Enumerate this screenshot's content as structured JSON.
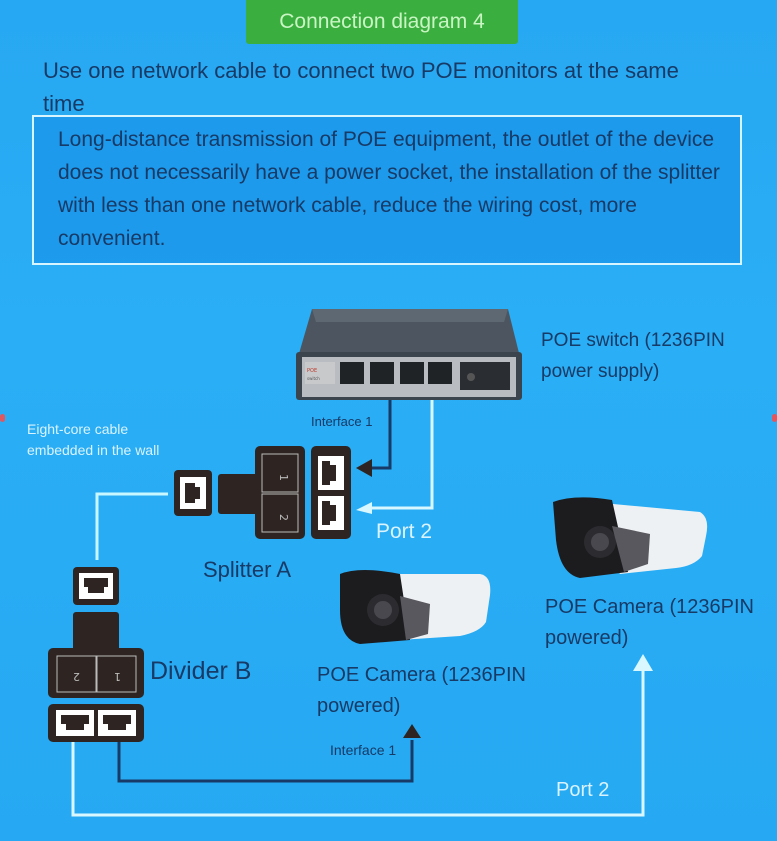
{
  "header": {
    "title": "Connection diagram 4",
    "title_bg": "#3aae3e",
    "subtitle": "Use one network cable to connect two POE monitors at the same time"
  },
  "info_box": {
    "text": "Long-distance transmission of POE equipment, the outlet of the device does not necessarily have a power socket, the installation of the splitter with less than one network cable, reduce the wiring cost, more convenient."
  },
  "diagram": {
    "switch": {
      "label": "POE switch (1236PIN power supply)",
      "port_count": 4,
      "has_sfp_port": true
    },
    "wall_cable_label": "Eight-core cable embedded in the wall",
    "splitter_a": {
      "label": "Splitter A",
      "port_numbers": [
        "1",
        "2"
      ]
    },
    "divider_b": {
      "label": "Divider B",
      "port_numbers": [
        "2",
        "1"
      ]
    },
    "camera_1": {
      "label": "POE Camera (1236PIN powered)"
    },
    "camera_2": {
      "label": "POE Camera (1236PIN powered)"
    },
    "connections": {
      "interface_1_top": "Interface 1",
      "port_2_top": "Port 2",
      "interface_1_bottom": "Interface 1",
      "port_2_bottom": "Port 2"
    },
    "colors": {
      "background": "#28aaf3",
      "dark_cable": "#173a66",
      "light_cable": "#d9f7ff",
      "device_dark": "#2e2522",
      "text_dark": "#173a66"
    }
  }
}
